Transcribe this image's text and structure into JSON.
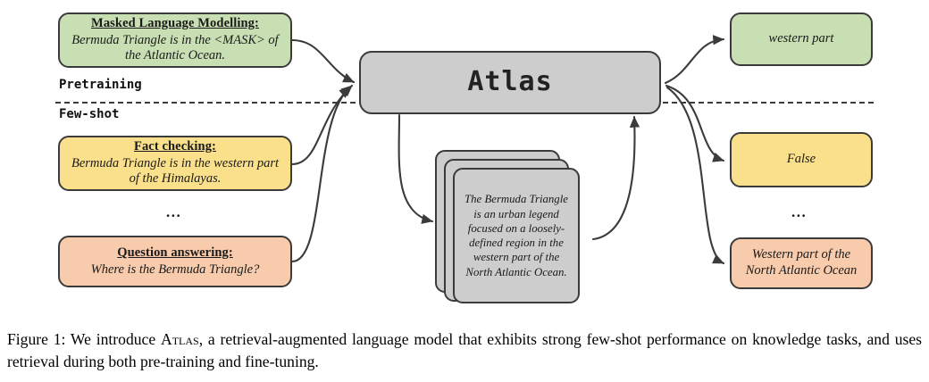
{
  "figure": {
    "stages": {
      "pretraining_label": "Pretraining",
      "fewshot_label": "Few-shot"
    },
    "model": {
      "name": "Atlas"
    },
    "inputs": [
      {
        "id": "masked-language-modelling",
        "title": "Masked Language Modelling:",
        "body": "Bermuda Triangle is in the <MASK> of the Atlantic Ocean.",
        "color": "#c8dfb3"
      },
      {
        "id": "fact-checking",
        "title": "Fact checking:",
        "body": "Bermuda Triangle is in the western part of the Himalayas.",
        "color": "#fbe08c"
      },
      {
        "id": "question-answering",
        "title": "Question answering:",
        "body": "Where is the Bermuda Triangle?",
        "color": "#f7cbab"
      }
    ],
    "outputs": [
      {
        "id": "western-part",
        "text": "western part",
        "color": "#c8dfb3"
      },
      {
        "id": "false",
        "text": "False",
        "color": "#fbe08c"
      },
      {
        "id": "north-atlantic-ocean",
        "text": "Western part of the North Atlantic Ocean",
        "color": "#f7cbab"
      }
    ],
    "retrieved_document": {
      "text": "The Bermuda Triangle is an urban legend focused on a loosely-defined region in the western part of the North Atlantic Ocean.",
      "color": "#cdcdcd",
      "stack_count": 3
    },
    "ellipsis": "...",
    "colors": {
      "stroke": "#3b3b3b",
      "green": "#c8dfb3",
      "yellow": "#fbe08c",
      "orange": "#f7cbab",
      "gray": "#cdcdcd",
      "background": "#ffffff"
    }
  },
  "caption": {
    "prefix": "Figure 1: We introduce ",
    "model_name": "Atlas",
    "suffix": ", a retrieval-augmented language model that exhibits strong few-shot performance on knowledge tasks, and uses retrieval during both pre-training and fine-tuning."
  }
}
